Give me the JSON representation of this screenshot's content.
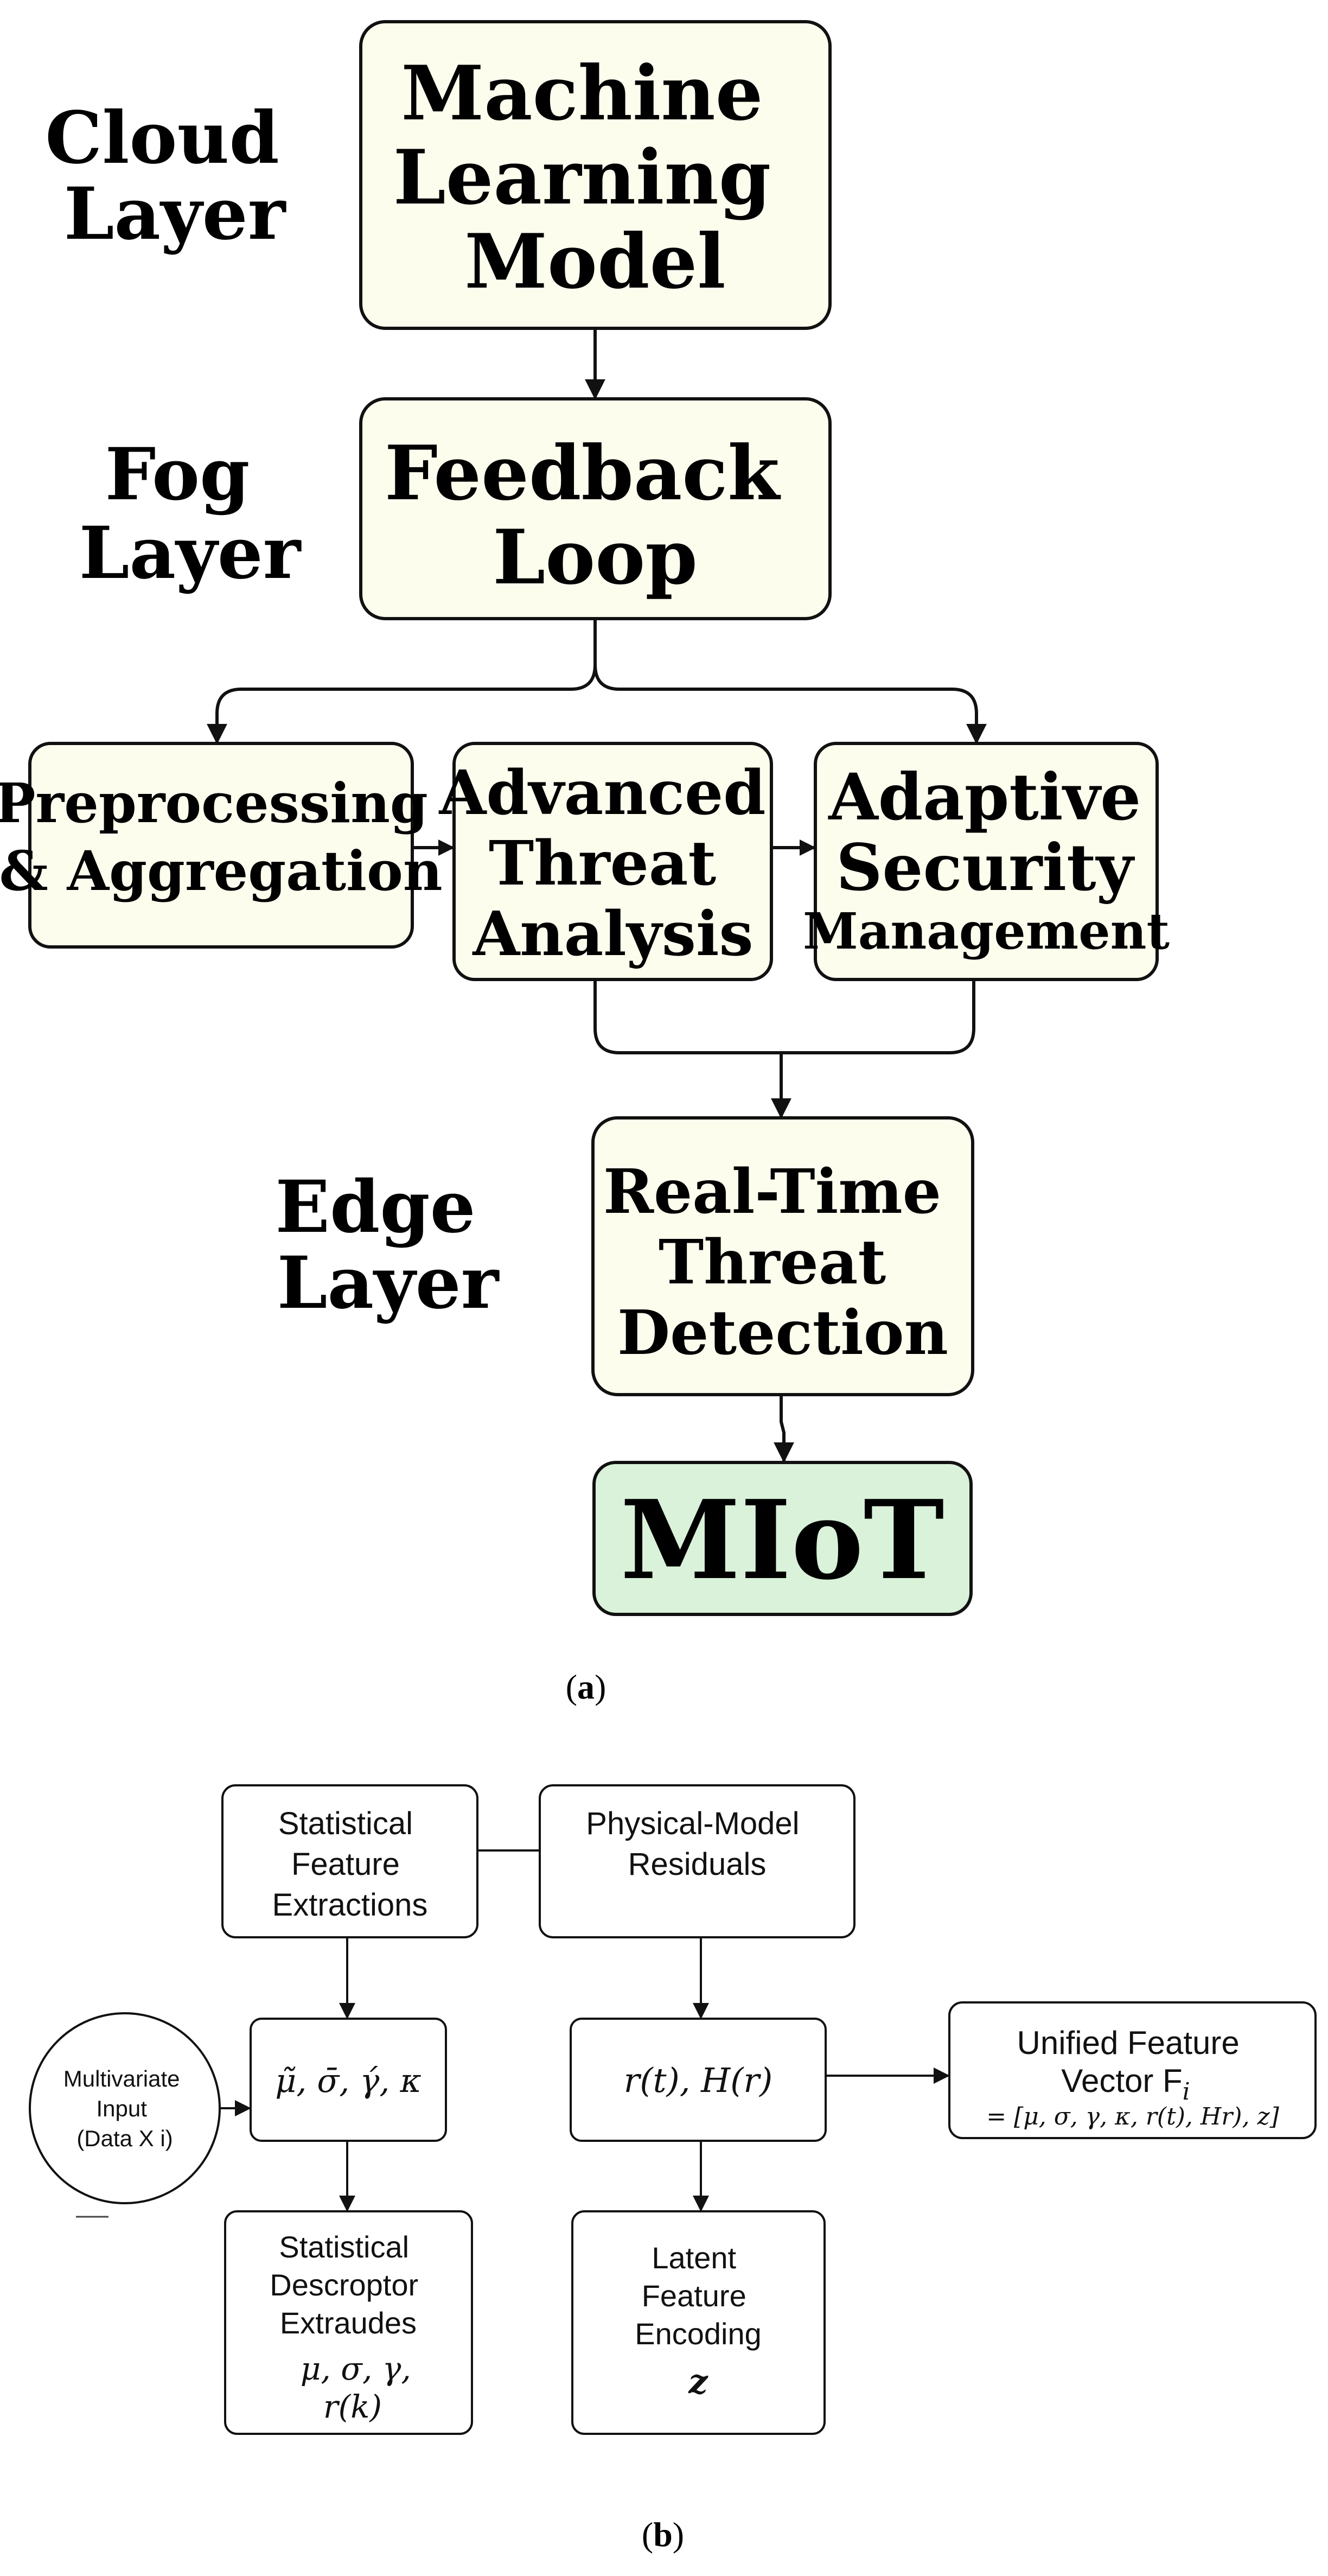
{
  "colors": {
    "box_fill": "#FDFDEE",
    "miot_fill": "#D9F2D9",
    "stroke": "#111111"
  },
  "panel_a": {
    "caption_open": "(",
    "caption_letter": "a",
    "caption_close": ")",
    "layers": {
      "cloud": [
        "Cloud",
        "Layer"
      ],
      "fog": [
        "Fog",
        "Layer"
      ],
      "edge": [
        "Edge",
        "Layer"
      ]
    },
    "boxes": {
      "ml_model": [
        "Machine",
        "Learning",
        "Model"
      ],
      "feedback_loop": [
        "Feedback",
        "Loop"
      ],
      "preprocessing": [
        "Preprocessing",
        "& Aggregation"
      ],
      "threat_analysis": [
        "Advanced",
        "Threat",
        "Analysis"
      ],
      "adaptive_security": [
        "Adaptive",
        "Security",
        "Management"
      ],
      "realtime_detection": [
        "Real-Time",
        "Threat",
        "Detection"
      ],
      "miot": "MIoT"
    }
  },
  "panel_b": {
    "caption_open": "(",
    "caption_letter": "b",
    "caption_close": ")",
    "input_circle": [
      "Multivariate",
      "Input",
      "(Data X i)"
    ],
    "boxes": {
      "statistical_feature": [
        "Statistical",
        "Feature",
        "Extractions"
      ],
      "physical_model": [
        "Physical-Model",
        "Residuals"
      ],
      "stat_symbols": "μ̃, σ̄, γ́, κ",
      "residual_symbols": "r(t), H(r)",
      "descriptor": [
        "Statistical",
        "Descroptor",
        "Extraudes"
      ],
      "descriptor_math": [
        "μ, σ, γ,",
        "r(k)"
      ],
      "latent": [
        "Latent",
        "Feature",
        "Encoding"
      ],
      "latent_math": "z",
      "unified": [
        "Unified Feature",
        "Vector F"
      ],
      "unified_sub": "i",
      "unified_formula": "= [μ, σ, γ, κ, r(t), Hr), z]"
    }
  }
}
